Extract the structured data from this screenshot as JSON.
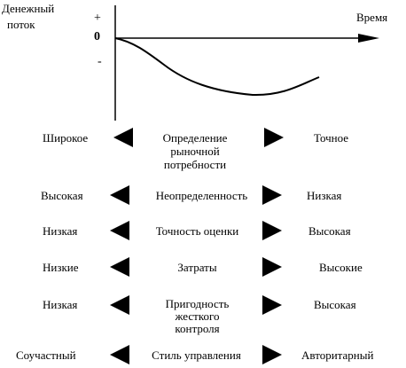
{
  "chart": {
    "y_axis_label_line1": "Денежный",
    "y_axis_label_line2": "поток",
    "x_axis_label": "Время",
    "plus_sign": "+",
    "zero_label": "0",
    "minus_sign": "-"
  },
  "rows": [
    {
      "left": "Широкое",
      "center_lines": [
        "Определение",
        "рыночной",
        "потребности"
      ],
      "right": "Точное"
    },
    {
      "left": "Высокая",
      "center_lines": [
        "Неопределенность"
      ],
      "right": "Низкая"
    },
    {
      "left": "Низкая",
      "center_lines": [
        "Точность оценки"
      ],
      "right": "Высокая"
    },
    {
      "left": "Низкие",
      "center_lines": [
        "Затраты"
      ],
      "right": "Высокие"
    },
    {
      "left": "Низкая",
      "center_lines": [
        "Пригодность",
        "жесткого",
        "контроля"
      ],
      "right": "Высокая"
    },
    {
      "left": "Соучастный",
      "center_lines": [
        "Стиль управления"
      ],
      "right": "Авторитарный"
    }
  ],
  "colors": {
    "ink": "#000000",
    "background": "#ffffff"
  }
}
